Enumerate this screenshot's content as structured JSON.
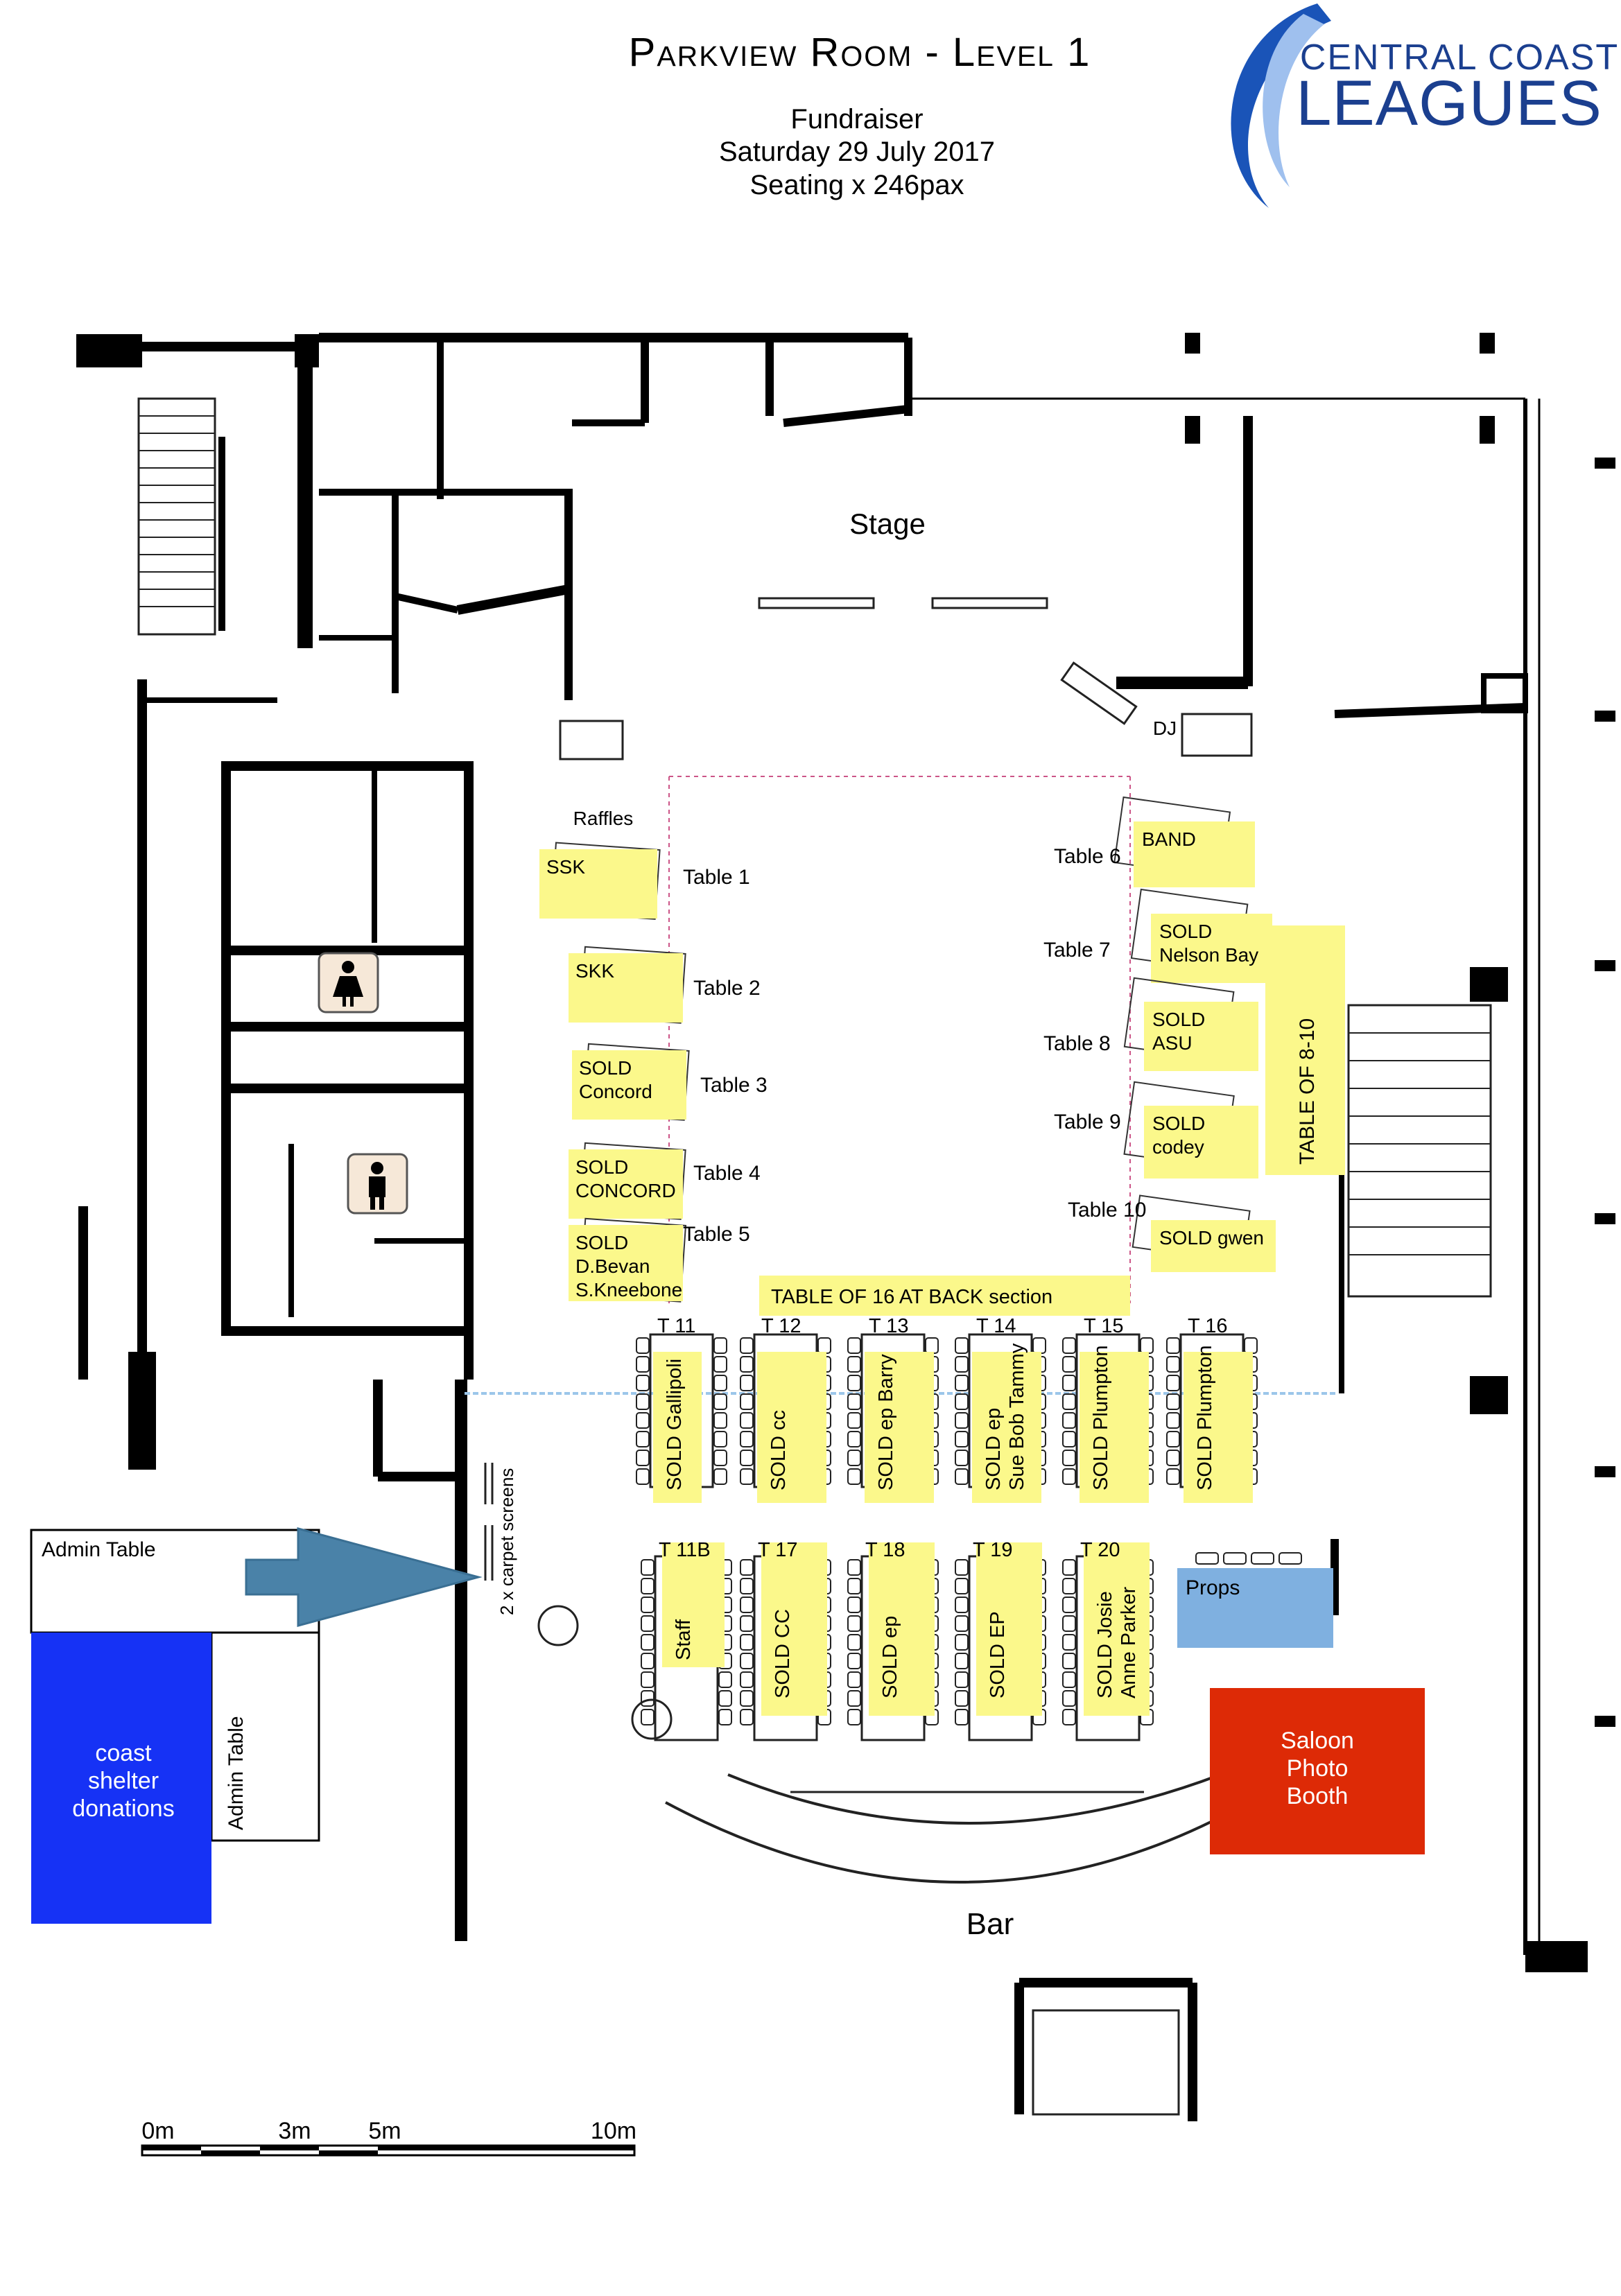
{
  "header": {
    "title": "Parkview Room - Level 1",
    "event": "Fundraiser",
    "date": "Saturday 29 July 2017",
    "seating": "Seating x 246pax"
  },
  "logo": {
    "line1": "CENTRAL COAST",
    "line2": "LEAGUES",
    "color": "#1b3f8f",
    "swoosh_color": "#1a54b8"
  },
  "colors": {
    "note": "#fbf88b",
    "blue_box": "#1632f5",
    "props_box": "#7fb0e0",
    "photo_booth": "#dd2a06",
    "arrow": "#4a82a8"
  },
  "icons": {
    "female": "female-icon",
    "male": "male-icon"
  },
  "rooms": {
    "stage": "Stage",
    "dj": "DJ",
    "raffles": "Raffles",
    "bar": "Bar"
  },
  "tables_left": [
    {
      "name": "Table 1",
      "note": [
        "SSK"
      ]
    },
    {
      "name": "Table 2",
      "note": [
        "SKK"
      ]
    },
    {
      "name": "Table 3",
      "note": [
        "SOLD",
        "Concord"
      ]
    },
    {
      "name": "Table 4",
      "note": [
        "SOLD",
        "CONCORD"
      ]
    },
    {
      "name": "Table 5",
      "note": [
        "SOLD",
        "D.Bevan",
        "S.Kneebone"
      ]
    }
  ],
  "tables_right": [
    {
      "name": "Table 6",
      "note": [
        "BAND"
      ]
    },
    {
      "name": "Table 7",
      "note": [
        "SOLD",
        "Nelson Bay"
      ]
    },
    {
      "name": "Table 8",
      "note": [
        "SOLD",
        "ASU"
      ]
    },
    {
      "name": "Table 9",
      "note": [
        "SOLD",
        "codey"
      ]
    },
    {
      "name": "Table 10",
      "note": [
        "SOLD gwen"
      ]
    }
  ],
  "group_note_8_10": "TABLE OF 8-10",
  "back_note": "TABLE OF 16 AT BACK section",
  "back_row1": [
    {
      "name": "T 11",
      "note": [
        "SOLD Gallipoli"
      ]
    },
    {
      "name": "T 12",
      "note": [
        "SOLD cc"
      ]
    },
    {
      "name": "T 13",
      "note": [
        "SOLD ep Barry"
      ]
    },
    {
      "name": "T 14",
      "note": [
        "SOLD ep",
        "Sue Bob Tammy"
      ]
    },
    {
      "name": "T 15",
      "note": [
        "SOLD Plumpton"
      ]
    },
    {
      "name": "T 16",
      "note": [
        "SOLD Plumpton"
      ]
    }
  ],
  "back_row2": [
    {
      "name": "T 11B",
      "note": [
        "Staff"
      ]
    },
    {
      "name": "T 17",
      "note": [
        "SOLD CC"
      ]
    },
    {
      "name": "T 18",
      "note": [
        "SOLD ep"
      ]
    },
    {
      "name": "T 19",
      "note": [
        "SOLD EP"
      ]
    },
    {
      "name": "T 20",
      "note": [
        "SOLD  Josie",
        "Anne Parker"
      ]
    }
  ],
  "boxes": {
    "admin_top": "Admin Table",
    "admin_side": "Admin Table",
    "donations": [
      "coast",
      "shelter",
      "donations"
    ],
    "props": "Props",
    "photo_booth": [
      "Saloon",
      "Photo",
      "Booth"
    ],
    "carpet_screens": "2 x carpet screens"
  },
  "scale": {
    "labels": [
      "0m",
      "3m",
      "5m",
      "10m"
    ]
  }
}
